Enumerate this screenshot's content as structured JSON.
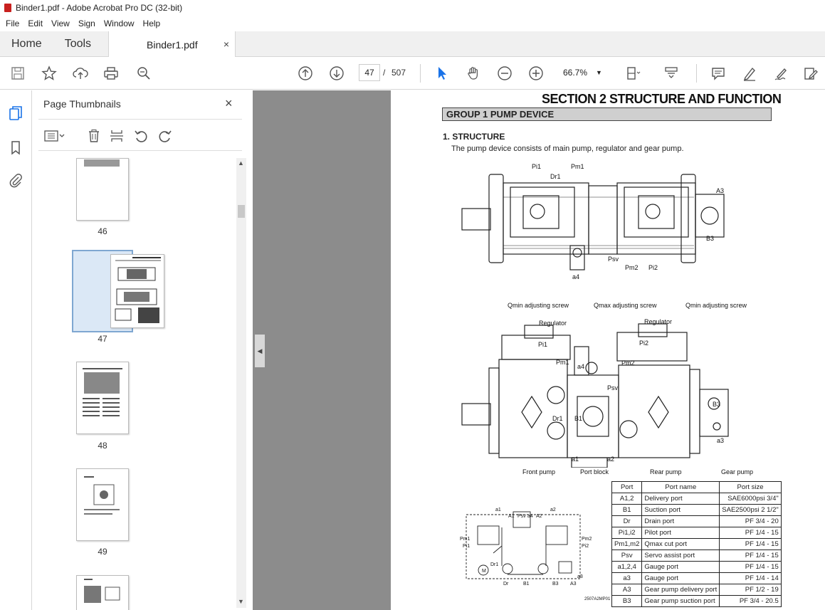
{
  "window": {
    "title": "Binder1.pdf - Adobe Acrobat Pro DC (32-bit)"
  },
  "menu": [
    "File",
    "Edit",
    "View",
    "Sign",
    "Window",
    "Help"
  ],
  "tabs": {
    "home": "Home",
    "tools": "Tools",
    "document": "Binder1.pdf",
    "close": "×"
  },
  "toolbar": {
    "current_page": "47",
    "separator": "/",
    "total_pages": "507",
    "zoom": "66.7%"
  },
  "thumbnails": {
    "title": "Page Thumbnails",
    "close": "×",
    "pages": [
      {
        "number": "46"
      },
      {
        "number": "47",
        "selected": true
      },
      {
        "number": "48"
      },
      {
        "number": "49"
      }
    ]
  },
  "document": {
    "section_title": "SECTION 2 STRUCTURE AND FUNCTION",
    "group_title": "GROUP 1 PUMP DEVICE",
    "structure_heading": "1. STRUCTURE",
    "structure_text": "The pump device consists of main pump, regulator and gear pump.",
    "top_labels": {
      "pi1": "Pi1",
      "dr1": "Dr1",
      "pm1": "Pm1",
      "a3": "A3",
      "b3": "B3",
      "psv": "Psv",
      "pm2": "Pm2",
      "pi2": "Pi2",
      "a4": "a4"
    },
    "mid_labels": {
      "qmin_left": "Qmin adjusting screw",
      "qmax": "Qmax adjusting screw",
      "qmin_right": "Qmin adjusting screw",
      "regulator_left": "Regulator",
      "regulator_right": "Regulator",
      "pi1": "Pi1",
      "pi2": "Pi2",
      "pm1": "Pm1",
      "pm2": "Pm2",
      "a4": "a4",
      "psv": "Psv",
      "dr1": "Dr1",
      "b1": "B1",
      "b3": "B3",
      "a1": "a1",
      "a2": "a2",
      "a3": "a3",
      "front_pump": "Front pump",
      "port_block": "Port block",
      "rear_pump": "Rear pump",
      "gear_pump": "Gear pump"
    },
    "schematic_labels": {
      "a1": "A1",
      "psv": "Psv",
      "a4": "a4",
      "a2": "A2",
      "a1s": "a1",
      "a2s": "a2",
      "pm1": "Pm1",
      "pi1": "Pi1",
      "pm2": "Pm2",
      "pi2": "Pi2",
      "dr1": "Dr1",
      "m": "M",
      "dr": "Dr",
      "b1": "B1",
      "b3": "B3",
      "a3": "A3",
      "a3s": "a3",
      "code": "2507A2MP01"
    },
    "port_table": {
      "headers": [
        "Port",
        "Port name",
        "Port size"
      ],
      "rows": [
        [
          "A1,2",
          "Delivery port",
          "SAE6000psi 3/4\""
        ],
        [
          "B1",
          "Suction port",
          "SAE2500psi 2 1/2\""
        ],
        [
          "Dr",
          "Drain port",
          "PF 3/4 - 20"
        ],
        [
          "Pi1,i2",
          "Pilot port",
          "PF 1/4 - 15"
        ],
        [
          "Pm1,m2",
          "Qmax cut port",
          "PF 1/4 - 15"
        ],
        [
          "Psv",
          "Servo assist port",
          "PF 1/4 - 15"
        ],
        [
          "a1,2,4",
          "Gauge port",
          "PF 1/4 - 15"
        ],
        [
          "a3",
          "Gauge port",
          "PF 1/4 - 14"
        ],
        [
          "A3",
          "Gear pump delivery port",
          "PF 1/2 - 19"
        ],
        [
          "B3",
          "Gear pump suction port",
          "PF 3/4 - 20.5"
        ]
      ]
    }
  }
}
